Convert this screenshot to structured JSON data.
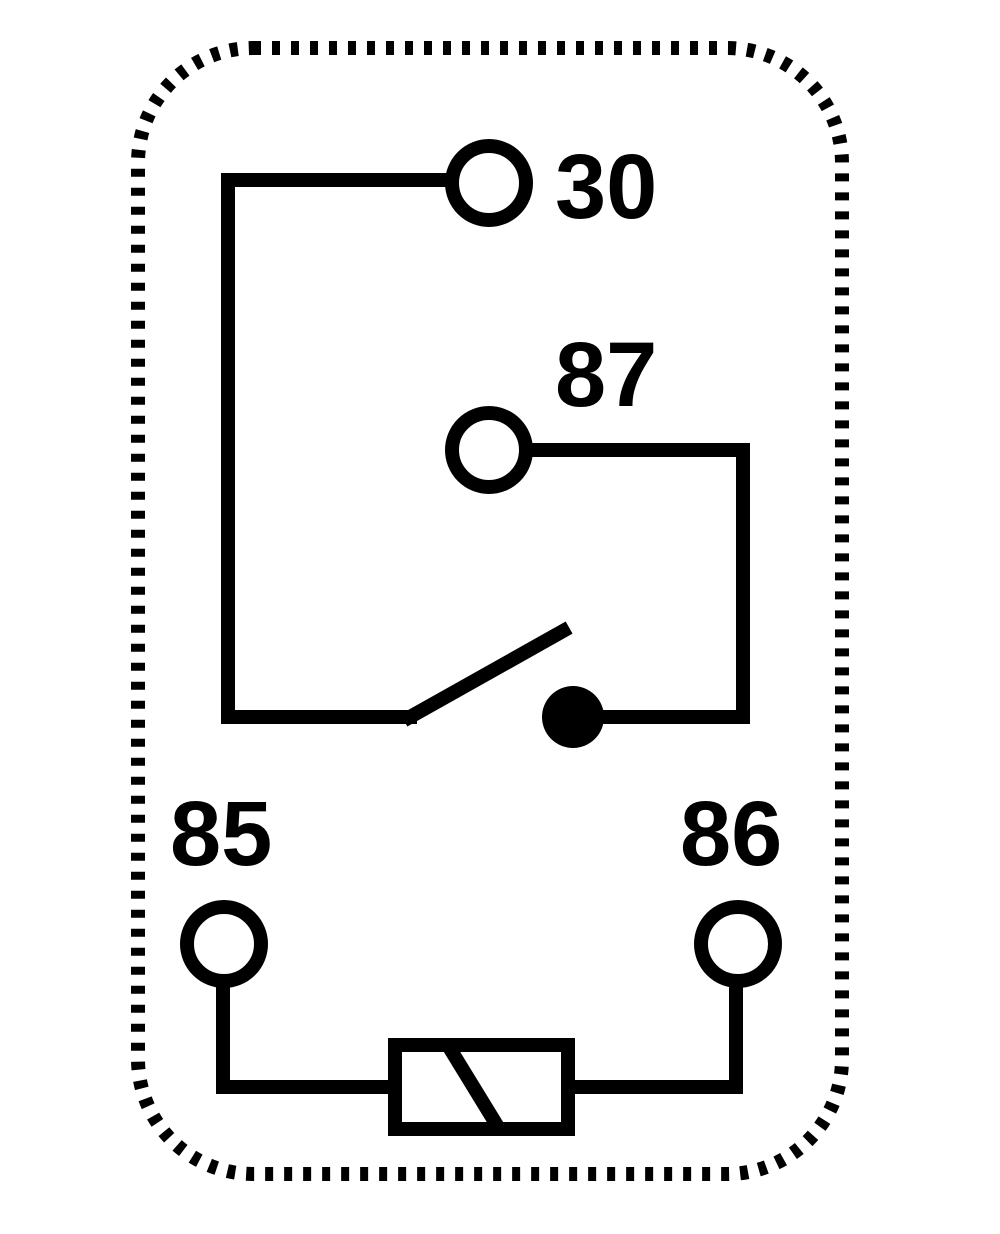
{
  "diagram": {
    "pins": {
      "pin30": "30",
      "pin87": "87",
      "pin85": "85",
      "pin86": "86"
    },
    "colors": {
      "line": "#000000",
      "background": "#ffffff"
    }
  }
}
